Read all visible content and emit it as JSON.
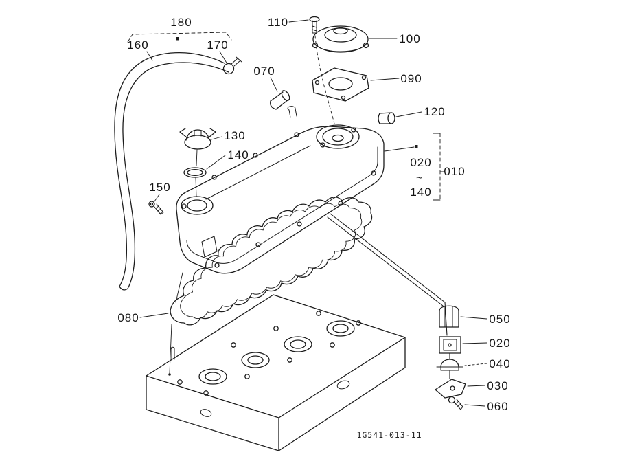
{
  "diagram": {
    "drawing_code": "1G541-013-11",
    "callouts": {
      "c180": "180",
      "c160": "160",
      "c170": "170",
      "c110": "110",
      "c100": "100",
      "c070": "070",
      "c090": "090",
      "c120": "120",
      "c130": "130",
      "c140": "140",
      "c150": "150",
      "c020_range_top": "020",
      "c020_range_tilde": "~",
      "c020_range_bottom": "140",
      "c010": "010",
      "c080": "080",
      "c050": "050",
      "c020": "020",
      "c040": "040",
      "c030": "030",
      "c060": "060"
    }
  }
}
